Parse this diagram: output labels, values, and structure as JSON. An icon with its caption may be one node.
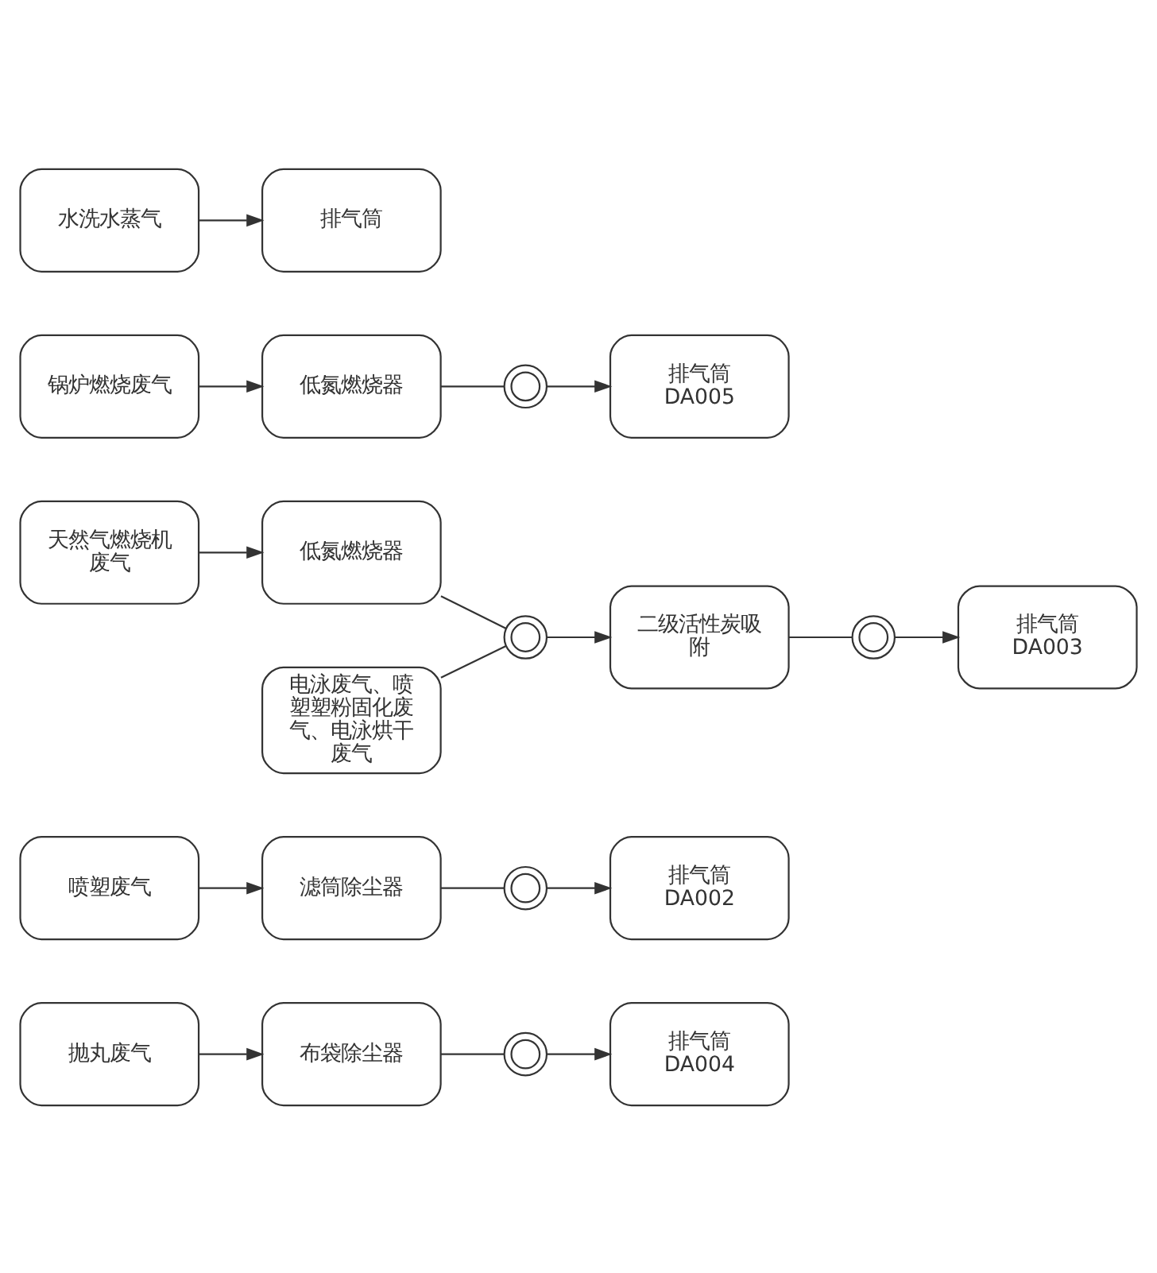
{
  "diagram": {
    "nodes": [
      {
        "text": [
          "抛丸废气"
        ]
      },
      {
        "text": [
          "布袋除尘器"
        ]
      },
      {
        "text": [],
        "shape": "circle"
      },
      {
        "text": [
          "排气筒 DA004"
        ]
      },
      {
        "text": [
          "喷塑废气"
        ]
      },
      {
        "text": [
          "滤筒除尘器"
        ]
      },
      {
        "text": [],
        "shape": "circle"
      },
      {
        "text": [
          "排气筒 DA002"
        ]
      },
      {
        "text": [
          "天然气燃烧机废气"
        ]
      },
      {
        "text": [
          "低氮燃烧器"
        ]
      },
      {
        "text": [
          "电泳废气、喷塑塑粉固化废气、电泳烘干废气"
        ]
      },
      {
        "text": [],
        "shape": "circle"
      },
      {
        "text": [
          "二级活性炭吸附"
        ]
      },
      {
        "text": [],
        "shape": "circle"
      },
      {
        "text": [
          "排气筒 DA003"
        ]
      },
      {
        "text": [
          "锅炉燃烧废气"
        ]
      },
      {
        "text": [
          "低氮燃烧器"
        ]
      },
      {
        "text": [],
        "shape": "circle"
      },
      {
        "text": [
          "排气筒 DA005"
        ]
      },
      {
        "text": [
          "水洗水蒸气"
        ]
      },
      {
        "text": [
          "排气筒"
        ]
      }
    ],
    "edges": [
      {
        "from": 0,
        "to": 1,
        "arrow": "to"
      },
      {
        "from": 1,
        "to": 2,
        "arrow": "none"
      },
      {
        "from": 2,
        "to": 3,
        "arrow": "to"
      },
      {
        "from": 4,
        "to": 5,
        "arrow": "to"
      },
      {
        "from": 5,
        "to": 6,
        "arrow": "none"
      },
      {
        "from": 6,
        "to": 7,
        "arrow": "to"
      },
      {
        "from": 8,
        "to": 9,
        "arrow": "to"
      },
      {
        "from": 9,
        "to": 11,
        "arrow": "none"
      },
      {
        "from": 10,
        "to": 11,
        "arrow": "none"
      },
      {
        "from": 11,
        "to": 12,
        "arrow": "to"
      },
      {
        "from": 12,
        "to": 13,
        "arrow": "none"
      },
      {
        "from": 13,
        "to": 14,
        "arrow": "to"
      },
      {
        "from": 15,
        "to": 16,
        "arrow": "to"
      },
      {
        "from": 16,
        "to": 17,
        "arrow": "none"
      },
      {
        "from": 17,
        "to": 18,
        "arrow": "to"
      },
      {
        "from": 19,
        "to": 20,
        "arrow": "to"
      }
    ]
  }
}
